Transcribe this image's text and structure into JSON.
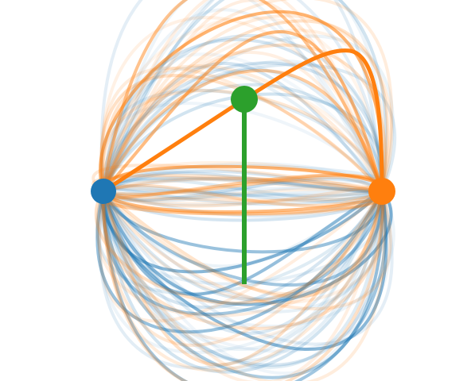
{
  "diagram": {
    "description_visible_text": "",
    "colors": {
      "blue": "#1f77b4",
      "orange": "#ff7f0e",
      "green": "#2ca02c",
      "background": "#ffffff"
    },
    "nodes": [
      {
        "id": "left",
        "color": "#1f77b4"
      },
      {
        "id": "right",
        "color": "#ff7f0e"
      },
      {
        "id": "top",
        "color": "#2ca02c"
      }
    ],
    "stick": {
      "color": "#2ca02c"
    }
  }
}
